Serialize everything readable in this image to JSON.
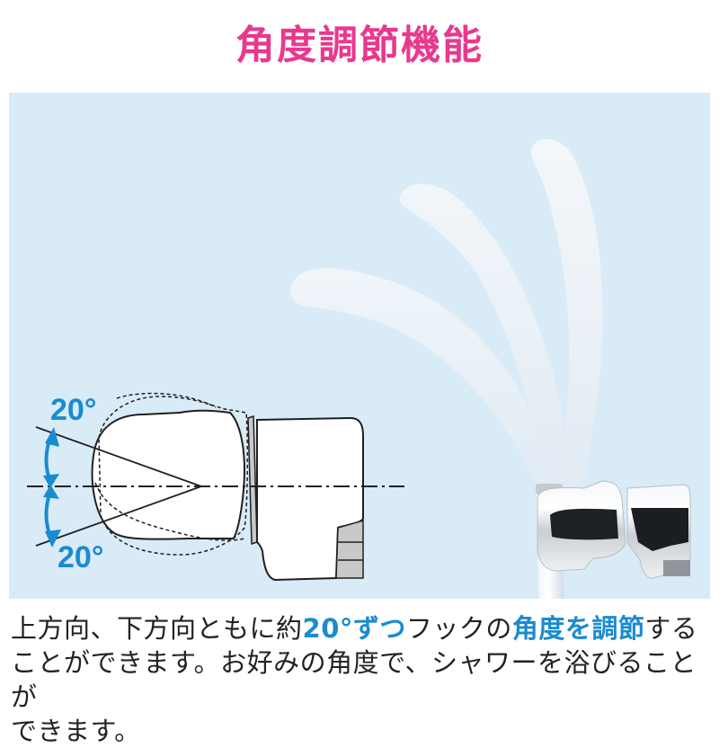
{
  "header": {
    "title": "角度調節機能",
    "title_color": "#e8398e"
  },
  "illustration": {
    "background_color": "#d8ebf7",
    "diagram": {
      "upper_angle_label": "20°",
      "lower_angle_label": "20°",
      "label_color": "#1a8bd1"
    },
    "photo": {
      "subject": "shower-hose-holder-with-three-angle-positions"
    }
  },
  "description": {
    "line1": {
      "part1": "上方向、下方向ともに約",
      "highlight1": "20°ずつ",
      "part2": "フックの",
      "highlight2": "角度を調節",
      "part3": "する"
    },
    "line2": "ことができます。お好みの角度で、シャワーを浴びることが",
    "line3": "できます。",
    "highlight_color": "#1a8bd1",
    "text_color": "#222222"
  }
}
